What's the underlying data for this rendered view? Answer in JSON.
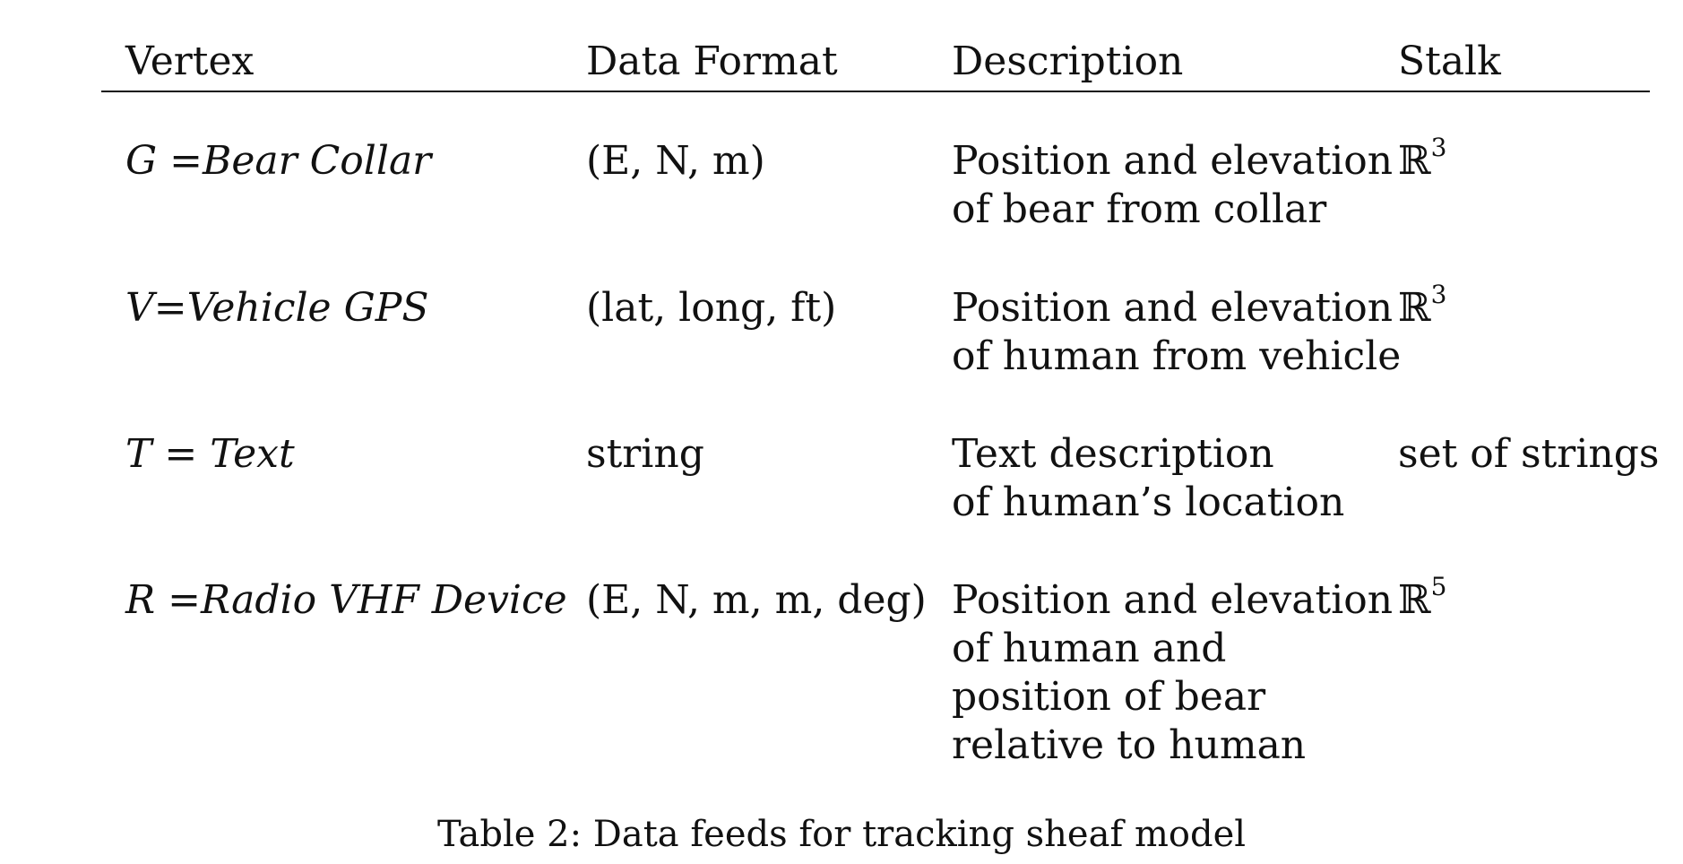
{
  "table": {
    "headers": {
      "vertex": "Vertex",
      "format": "Data Format",
      "description": "Description",
      "stalk": "Stalk"
    },
    "rows": [
      {
        "var": "G",
        "eq": " =",
        "name": "Bear Collar",
        "format": "(E, N, m)",
        "description": [
          "Position and elevation",
          "of bear from collar"
        ],
        "stalk_base": "ℝ",
        "stalk_exp": "3"
      },
      {
        "var": "V",
        "eq": "=",
        "name": "Vehicle GPS",
        "format": "(lat, long, ft)",
        "description": [
          "Position and elevation",
          "of human from vehicle"
        ],
        "stalk_base": "ℝ",
        "stalk_exp": "3"
      },
      {
        "var": "T",
        "eq": " = ",
        "name": "Text",
        "format": "string",
        "description": [
          "Text description",
          "of human’s location"
        ],
        "stalk_base": "set of strings",
        "stalk_exp": ""
      },
      {
        "var": "R",
        "eq": " =",
        "name": "Radio VHF Device",
        "format": "(E, N, m, m, deg)",
        "description": [
          "Position and elevation",
          "of human and",
          "position of bear",
          "relative to human"
        ],
        "stalk_base": "ℝ",
        "stalk_exp": "5"
      }
    ]
  },
  "caption": "Table 2: Data feeds for tracking sheaf model"
}
